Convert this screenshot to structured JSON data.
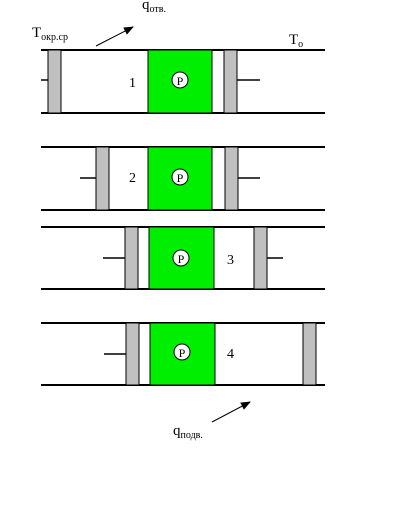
{
  "labels": {
    "t_env_main": "T",
    "t_env_sub": "окр.ср",
    "t0_main": "T",
    "t0_sub": "o",
    "q_out_main": "q",
    "q_out_sub": "отв.",
    "q_in_main": "q",
    "q_in_sub": "подв."
  },
  "stages": [
    {
      "number": "1",
      "piston_symbol": "P"
    },
    {
      "number": "2",
      "piston_symbol": "P"
    },
    {
      "number": "3",
      "piston_symbol": "P"
    },
    {
      "number": "4",
      "piston_symbol": "P"
    }
  ],
  "colors": {
    "piston_fill": "#00ee00",
    "wall_fill": "#c0c0c0",
    "line": "#000000",
    "background": "#ffffff"
  }
}
